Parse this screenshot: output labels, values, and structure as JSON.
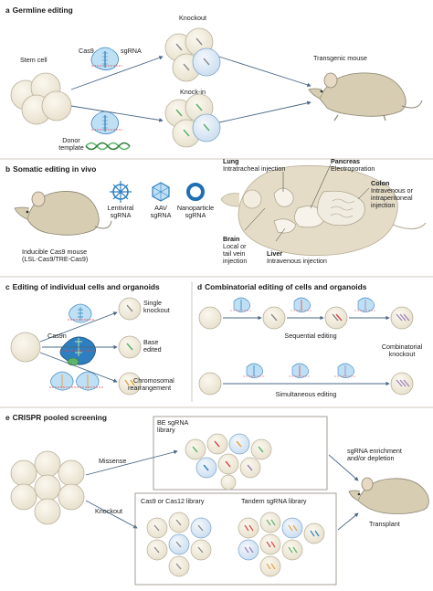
{
  "sections": {
    "a": {
      "letter": "a",
      "title": "Germline editing",
      "labels": {
        "stem_cell": "Stem cell",
        "cas9": "Cas9",
        "sgrna": "sgRNA",
        "donor_1": "Donor",
        "donor_2": "template",
        "knockout": "Knockout",
        "knockin": "Knock-in",
        "transgenic_mouse": "Transgenic mouse"
      }
    },
    "b": {
      "letter": "b",
      "title": "Somatic editing in vivo",
      "labels": {
        "lentiviral_1": "Lentiviral",
        "lentiviral_2": "sgRNA",
        "aav_1": "AAV",
        "aav_2": "sgRNA",
        "nano_1": "Nanoparticle",
        "nano_2": "sgRNA",
        "mouse_1": "Inducible Cas9 mouse",
        "mouse_2": "(LSL-Cas9/TRE-Cas9)",
        "lung": "Lung",
        "lung_desc": "Intratracheal injection",
        "pancreas": "Pancreas",
        "pancreas_desc": "Electroporation",
        "colon": "Colon",
        "colon_desc_1": "Intravenous or",
        "colon_desc_2": "intraperitoneal",
        "colon_desc_3": "injection",
        "brain": "Brain",
        "brain_desc_1": "Local or",
        "brain_desc_2": "tail vein",
        "brain_desc_3": "injection",
        "liver": "Liver",
        "liver_desc": "Intravenous injection"
      }
    },
    "c": {
      "letter": "c",
      "title": "Editing of individual cells and organoids",
      "labels": {
        "single_1": "Single",
        "single_2": "knockout",
        "cas9n": "Cas9n",
        "base_1": "Base",
        "base_2": "edited",
        "chrom_1": "Chromosomal",
        "chrom_2": "rearrangement"
      }
    },
    "d": {
      "letter": "d",
      "title": "Combinatorial editing of cells and organoids",
      "labels": {
        "sequential": "Sequential editing",
        "combo_1": "Combinatorial",
        "combo_2": "knockout",
        "simultaneous": "Simultaneous editing"
      }
    },
    "e": {
      "letter": "e",
      "title": "CRISPR pooled screening",
      "labels": {
        "missense": "Missense",
        "knockout": "Knockout",
        "be_1": "BE sgRNA",
        "be_2": "library",
        "cas_lib": "Cas9 or Cas12 library",
        "tandem_lib": "Tandem sgRNA library",
        "enrich_1": "sgRNA enrichment",
        "enrich_2": "and/or depletion",
        "transplant": "Transplant"
      }
    }
  },
  "colors": {
    "cell_fill": "#f3eedf",
    "cell_stroke": "#b9b09a",
    "protein": "#bfe0f4",
    "protein_stroke": "#3d87c4",
    "green": "#5db46b",
    "red": "#d9474a",
    "blue": "#2d7fc0",
    "mouse": "#d6cdb2",
    "mouse_stroke": "#8b8470",
    "arrow": "#3a5a7a"
  }
}
